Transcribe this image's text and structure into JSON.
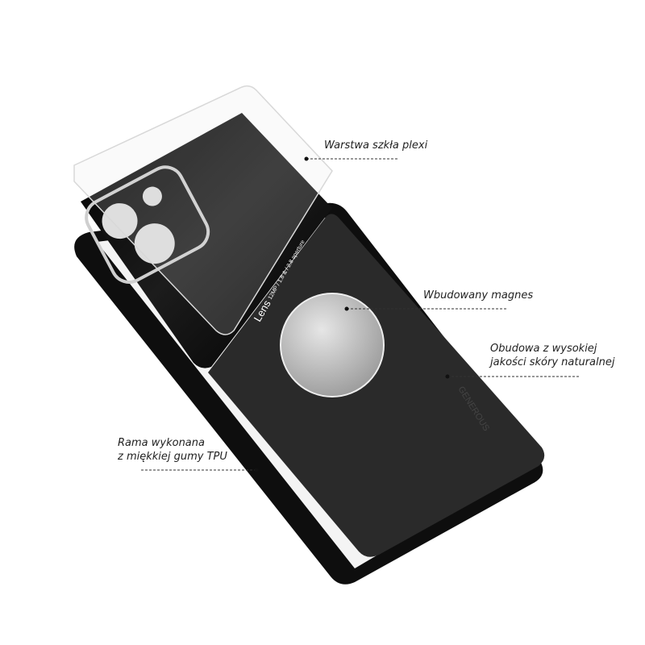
{
  "callouts": {
    "plexi": "Warstwa szkła plexi",
    "magnet": "Wbudowany magnes",
    "leather_line1": "Obudowa z wysokiej",
    "leather_line2": "jakości skóry naturalnej",
    "frame_line1": "Rama wykonana",
    "frame_line2": "z miękkiej gumy TPU"
  },
  "product": {
    "lens_text": "Lens",
    "lens_spec": "12MP / 1.8 & / 2.8 aperture",
    "brand_logo": "GENEROUS"
  },
  "colors": {
    "case_black": "#111111",
    "leather": "#2a2a2a",
    "magnet": "#c9c9c9",
    "text": "#222222"
  }
}
